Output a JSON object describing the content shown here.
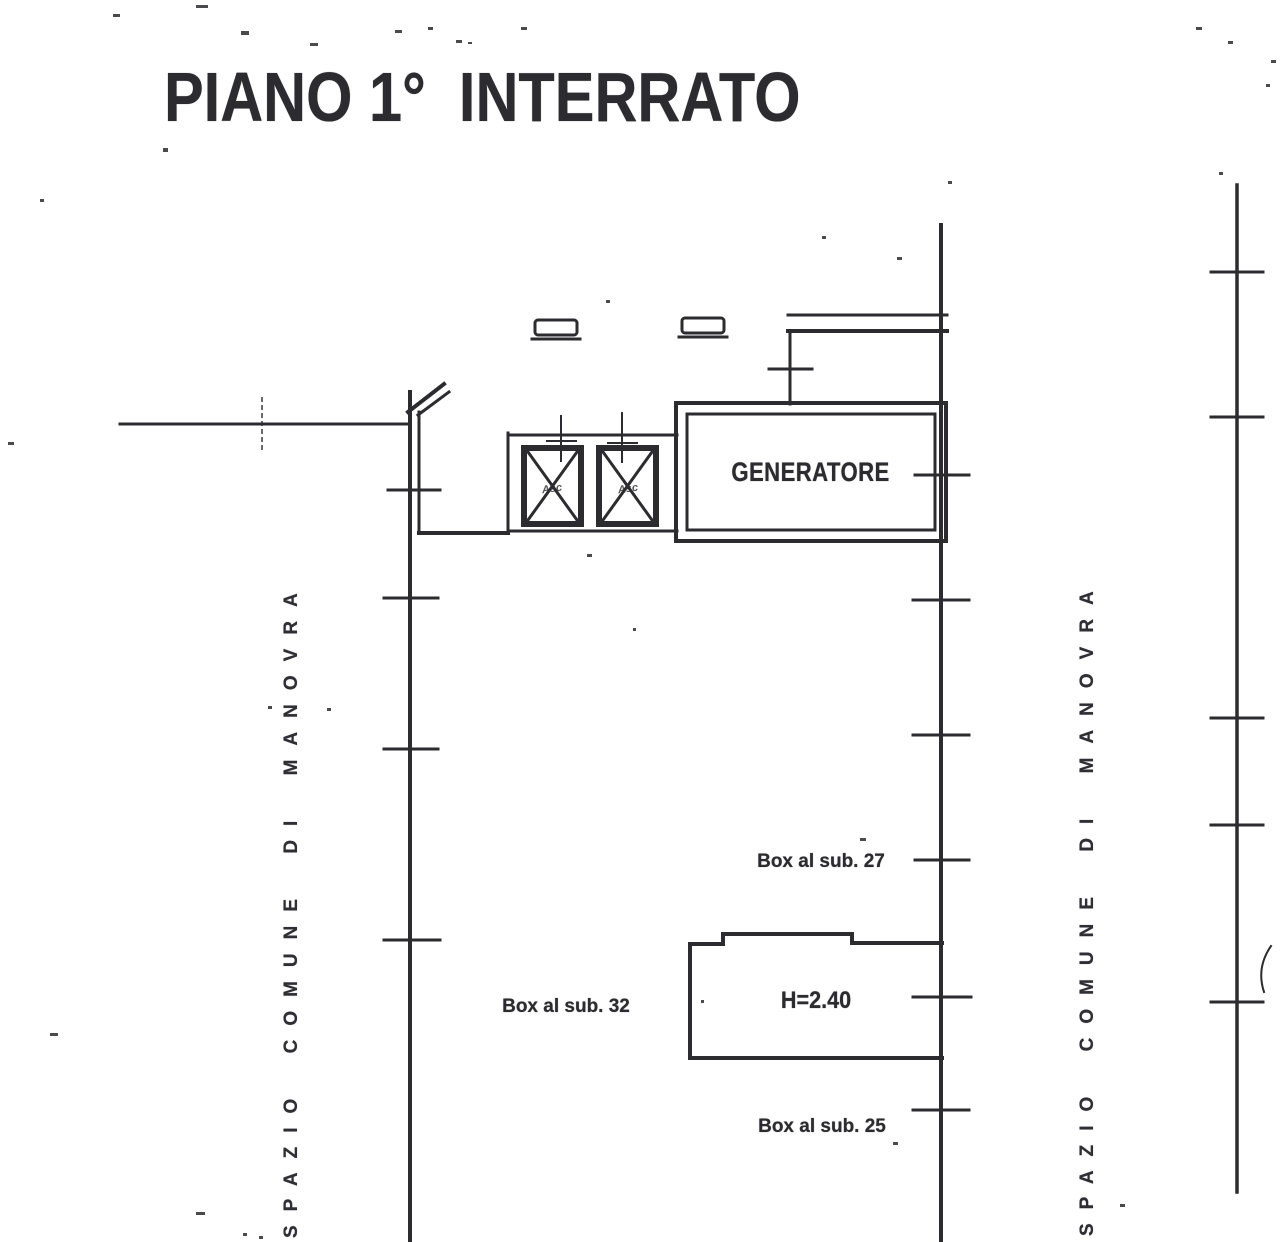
{
  "title": "PIANO 1°  INTERRATO",
  "margins": {
    "left_label": "SPAZIO COMUNE DI MANOVRA",
    "right_label": "SPAZIO COMUNE DI MANOVRA"
  },
  "rooms": {
    "generator_label": "GENERATORE",
    "elevator_left_label": "Asc",
    "elevator_right_label": "Asc",
    "box_sub27_label": "Box al sub. 27",
    "box_sub32_label": "Box al sub. 32",
    "box_sub25_label": "Box al sub. 25",
    "height_label": "H=2.40"
  },
  "colors": {
    "ink": "#2b2b30",
    "paper": "#ffffff"
  }
}
